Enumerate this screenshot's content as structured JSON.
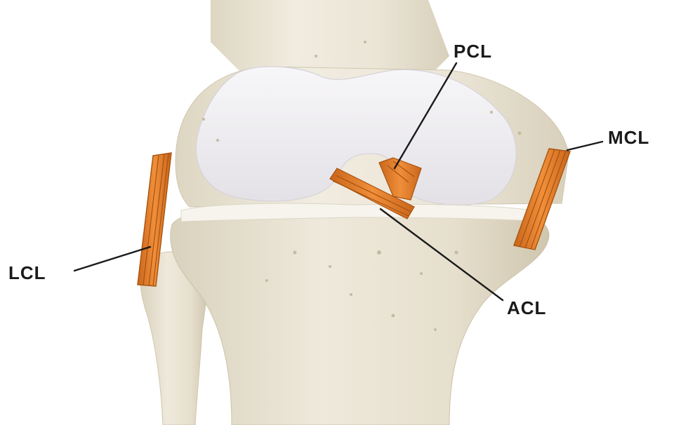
{
  "labels": {
    "pcl": "PCL",
    "mcl": "MCL",
    "lcl": "LCL",
    "acl": "ACL"
  },
  "colors": {
    "ligament": "#e8812e",
    "ligament_stripe": "#b85a14",
    "bone": "#ece7d8",
    "bone_shadow": "#d5ceb9",
    "cartilage": "#f1f0f2",
    "meniscus": "#f6f4ec",
    "label_text": "#1a1a1a"
  }
}
